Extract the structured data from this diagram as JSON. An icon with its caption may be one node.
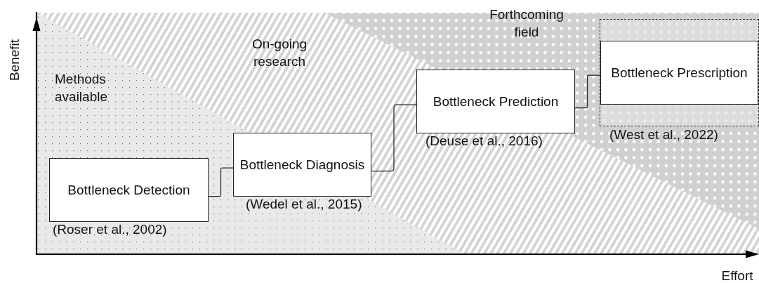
{
  "diagram": {
    "nodes": [
      {
        "text": [
          "Bottleneck Detection"
        ],
        "beside": [
          "(Roser et al., 2002)"
        ]
      },
      {
        "text": [
          "Bottleneck Diagnosis"
        ],
        "beside": [
          "(Wedel et al., 2015)"
        ]
      },
      {
        "text": [
          "Bottleneck Prediction"
        ],
        "beside": [
          "(Deuse et al., 2016)"
        ]
      },
      {
        "text": [],
        "shape": "box",
        "beside": [
          "(West et al., 2022)"
        ]
      },
      {
        "text": [
          "Bottleneck Prescription"
        ],
        "in": 3
      }
    ],
    "edges": [
      {
        "from": 0,
        "to": 1,
        "arrow": "none"
      },
      {
        "from": 1,
        "to": 2,
        "arrow": "none"
      },
      {
        "from": 2,
        "to": 4,
        "arrow": "none"
      }
    ],
    "labels": [
      "Forthcoming field",
      "On-going research",
      "Methods available",
      "Benefit",
      "Effort"
    ]
  }
}
